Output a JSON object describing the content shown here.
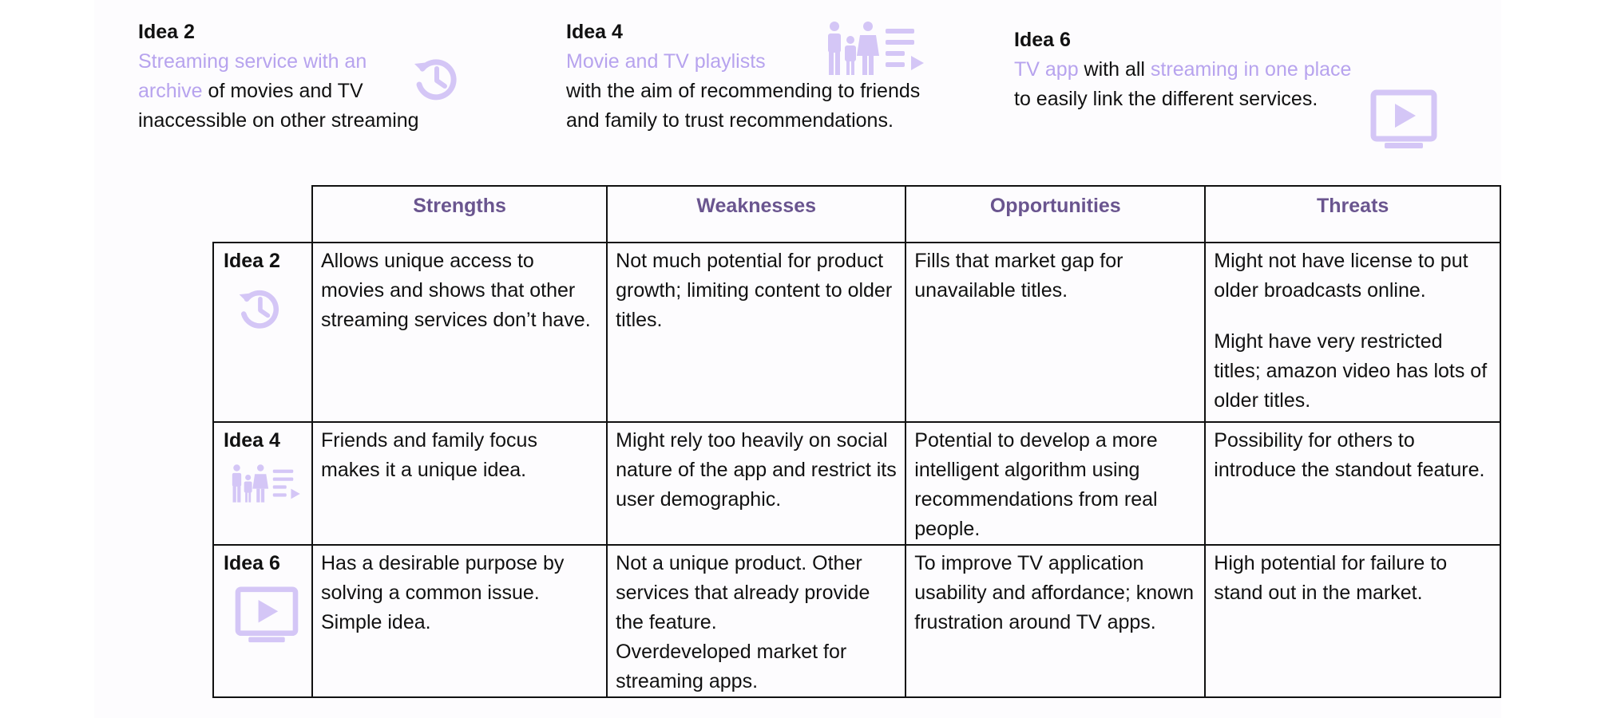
{
  "colors": {
    "highlight": "#b7a3ee",
    "header_text": "#6a558f",
    "icon": "#d4c6f6",
    "text": "#111111",
    "border": "#111111"
  },
  "ideas": [
    {
      "title": "Idea 2",
      "line1_hl": "Streaming service with an",
      "line2_hl": "archive",
      "line2_rest": " of movies and TV",
      "line3": "inaccessible on other streaming",
      "icon": "history-icon"
    },
    {
      "title": "Idea 4",
      "line1_hl": "Movie and TV playlists",
      "line2": "with the aim of recommending to friends",
      "line3": "and family to trust recommendations.",
      "icon": "family-playlist-icon"
    },
    {
      "title": "Idea 6",
      "line1_hl_a": "TV app",
      "line1_mid": " with all ",
      "line1_hl_b": "streaming in one place",
      "line2": "to easily link the different services.",
      "icon": "tv-play-icon"
    }
  ],
  "table": {
    "headers": [
      "Strengths",
      "Weaknesses",
      "Opportunities",
      "Threats"
    ],
    "rows": [
      {
        "label": "Idea 2",
        "icon": "history-icon",
        "strengths": "Allows unique access to movies and shows that other streaming services don’t have.",
        "weaknesses": "Not much potential for product growth; limiting content to older titles.",
        "opportunities": "Fills that market gap for unavailable titles.",
        "threats_1": "Might not have license to put older broadcasts online.",
        "threats_2": "Might have very restricted titles; amazon video has lots of older titles."
      },
      {
        "label": "Idea 4",
        "icon": "family-playlist-icon",
        "strengths": "Friends and family focus makes it a unique idea.",
        "weaknesses": "Might rely too heavily on social nature of the app and restrict its user demographic.",
        "opportunities": "Potential to develop a more intelligent algorithm using recommendations from real people.",
        "threats": "Possibility for others to introduce the standout feature."
      },
      {
        "label": "Idea 6",
        "icon": "tv-play-icon",
        "strengths": "Has a desirable purpose by solving a common issue. Simple idea.",
        "weaknesses_1": "Not a unique product. Other services that already provide the feature.",
        "weaknesses_2": "Overdeveloped market for streaming apps.",
        "opportunities": "To improve TV application usability and affordance; known frustration around TV apps.",
        "threats": "High potential for failure to stand out in the market."
      }
    ]
  }
}
